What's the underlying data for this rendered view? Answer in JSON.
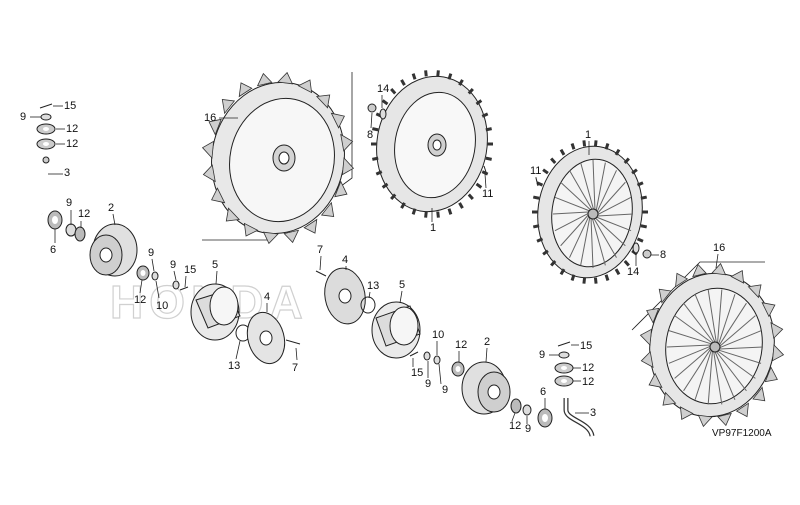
{
  "diagram_code": "VP97F1200A",
  "watermark": "HONDA",
  "callouts": [
    {
      "id": "c-15a",
      "label": "15"
    },
    {
      "id": "c-9a",
      "label": "9"
    },
    {
      "id": "c-12a",
      "label": "12"
    },
    {
      "id": "c-12b",
      "label": "12"
    },
    {
      "id": "c-3a",
      "label": "3"
    },
    {
      "id": "c-9b",
      "label": "9"
    },
    {
      "id": "c-12c",
      "label": "12"
    },
    {
      "id": "c-6a",
      "label": "6"
    },
    {
      "id": "c-2a",
      "label": "2"
    },
    {
      "id": "c-9c",
      "label": "9"
    },
    {
      "id": "c-9d",
      "label": "9"
    },
    {
      "id": "c-15b",
      "label": "15"
    },
    {
      "id": "c-12d",
      "label": "12"
    },
    {
      "id": "c-10a",
      "label": "10"
    },
    {
      "id": "c-5a",
      "label": "5"
    },
    {
      "id": "c-4a",
      "label": "4"
    },
    {
      "id": "c-13a",
      "label": "13"
    },
    {
      "id": "c-7a",
      "label": "7"
    },
    {
      "id": "c-16a",
      "label": "16"
    },
    {
      "id": "c-14a",
      "label": "14"
    },
    {
      "id": "c-8a",
      "label": "8"
    },
    {
      "id": "c-11a",
      "label": "11"
    },
    {
      "id": "c-1a",
      "label": "1"
    },
    {
      "id": "c-7b",
      "label": "7"
    },
    {
      "id": "c-4b",
      "label": "4"
    },
    {
      "id": "c-13b",
      "label": "13"
    },
    {
      "id": "c-5b",
      "label": "5"
    },
    {
      "id": "c-1b",
      "label": "1"
    },
    {
      "id": "c-11b",
      "label": "11"
    },
    {
      "id": "c-8b",
      "label": "8"
    },
    {
      "id": "c-14b",
      "label": "14"
    },
    {
      "id": "c-16b",
      "label": "16"
    },
    {
      "id": "c-10b",
      "label": "10"
    },
    {
      "id": "c-12e",
      "label": "12"
    },
    {
      "id": "c-15c",
      "label": "15"
    },
    {
      "id": "c-9e",
      "label": "9"
    },
    {
      "id": "c-9f",
      "label": "9"
    },
    {
      "id": "c-2b",
      "label": "2"
    },
    {
      "id": "c-15d",
      "label": "15"
    },
    {
      "id": "c-9g",
      "label": "9"
    },
    {
      "id": "c-12f",
      "label": "12"
    },
    {
      "id": "c-12g",
      "label": "12"
    },
    {
      "id": "c-6b",
      "label": "6"
    },
    {
      "id": "c-3b",
      "label": "3"
    },
    {
      "id": "c-9h",
      "label": "9"
    },
    {
      "id": "c-12h",
      "label": "12"
    }
  ]
}
